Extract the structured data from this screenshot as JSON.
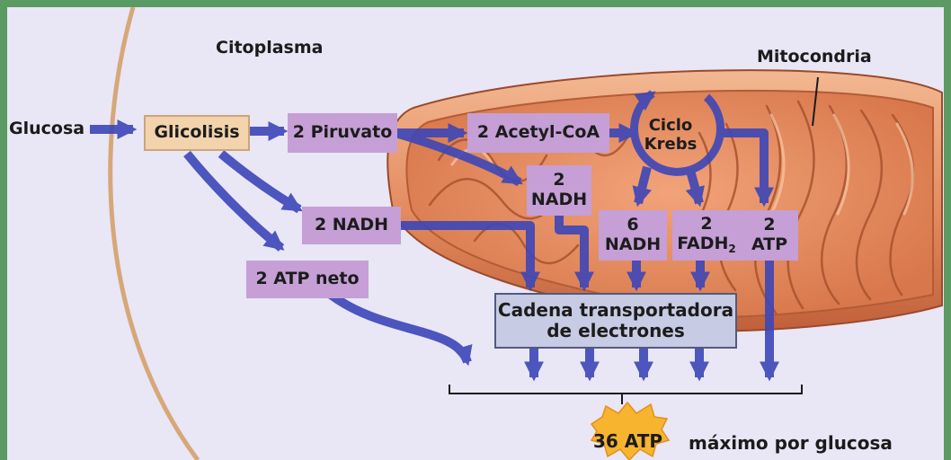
{
  "labels": {
    "citoplasma": "Citoplasma",
    "mitocondria": "Mitocondria",
    "glucosa": "Glucosa",
    "maximo": "máximo por glucosa"
  },
  "boxes": {
    "glicolisis": "Glicolisis",
    "piruvato": "2 Piruvato",
    "acetyl_coa": "2 Acetyl-CoA",
    "ciclo_line1": "Ciclo",
    "ciclo_line2": "Krebs",
    "nadh_glycolysis": "2 NADH",
    "atp_neto": "2 ATP neto",
    "nadh_pyruvate_num": "2",
    "nadh_pyruvate_label": "NADH",
    "nadh_krebs_num": "6",
    "nadh_krebs_label": "NADH",
    "fadh_num": "2",
    "fadh_label": "FADH",
    "fadh_subscript": "2",
    "atp_krebs_num": "2",
    "atp_krebs_label": "ATP",
    "cadena_line1": "Cadena transportadora",
    "cadena_line2": "de electrones",
    "total_atp": "36 ATP"
  },
  "colors": {
    "background": "#e9e6f6",
    "frame": "#5c9a63",
    "box_purple": "#c59fd6",
    "box_tan": "#f2d3ac",
    "arrow_blue": "#3d46b8",
    "mitochondrion": "#e0875a",
    "burst": "#f6b42f"
  }
}
